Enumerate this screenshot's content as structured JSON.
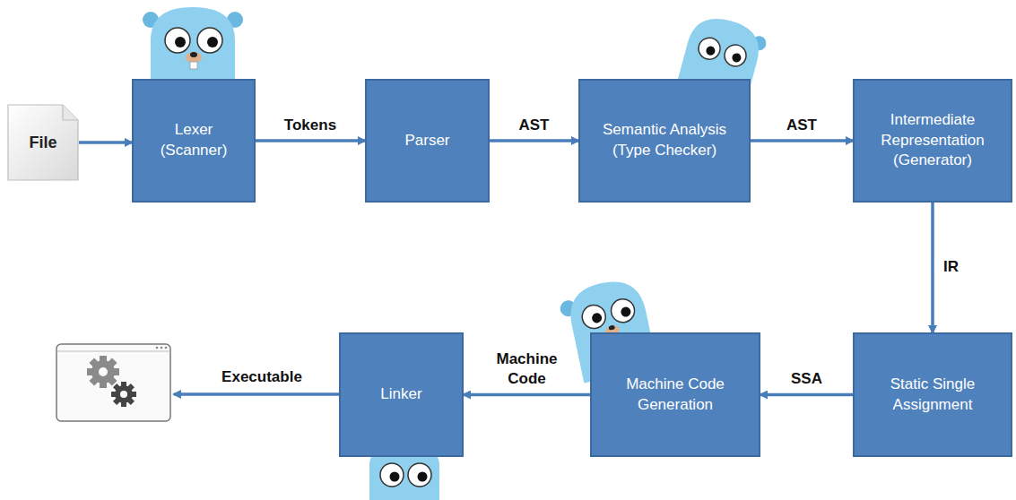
{
  "diagram": {
    "nodes": [
      {
        "text": [
          "File"
        ]
      },
      {
        "text": [
          "Lexer (Scanner)"
        ]
      },
      {
        "text": [
          "Parser"
        ]
      },
      {
        "text": [
          "Semantic Analysis (Type Checker)"
        ]
      },
      {
        "text": [
          "Intermediate Representation (Generator)"
        ]
      },
      {
        "text": [
          "Static Single Assignment"
        ]
      },
      {
        "text": [
          "Machine Code Generation"
        ]
      },
      {
        "text": [
          "Linker"
        ]
      }
    ],
    "edges": [
      {
        "from": 0,
        "to": 1,
        "arrow": "to"
      },
      {
        "from": 1,
        "to": 2,
        "label": "Tokens",
        "arrow": "to"
      },
      {
        "from": 2,
        "to": 3,
        "label": "AST",
        "arrow": "to"
      },
      {
        "from": 3,
        "to": 4,
        "label": "AST",
        "arrow": "to"
      },
      {
        "from": 4,
        "to": 5,
        "label": "IR",
        "arrow": "to"
      },
      {
        "from": 5,
        "to": 6,
        "label": "SSA",
        "arrow": "to"
      },
      {
        "from": 6,
        "to": 7,
        "label": "Machine Code",
        "arrow": "to"
      }
    ],
    "labels": [
      "Executable"
    ]
  }
}
